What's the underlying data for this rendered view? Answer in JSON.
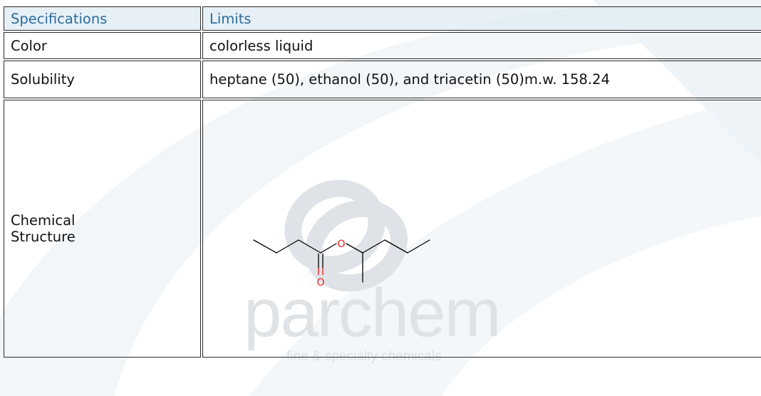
{
  "table": {
    "header": {
      "col1": "Specifications",
      "col2": "Limits"
    },
    "rows": [
      {
        "label": "Color",
        "value": "colorless liquid"
      },
      {
        "label": "Solubility",
        "value": "heptane (50), ethanol (50), and triacetin (50)m.w. 158.24"
      },
      {
        "label": "Chemical Structure",
        "value": ""
      }
    ]
  },
  "structure": {
    "atom_o_ester": "O",
    "atom_o_carbonyl": "O"
  },
  "watermark": {
    "brand": "parchem",
    "tagline": "fine & specialty chemicals"
  },
  "colors": {
    "header_text": "#2d6b9c",
    "header_bg": "#e2edf5",
    "oxygen": "#e0201a",
    "border": "#2c2c2c"
  }
}
